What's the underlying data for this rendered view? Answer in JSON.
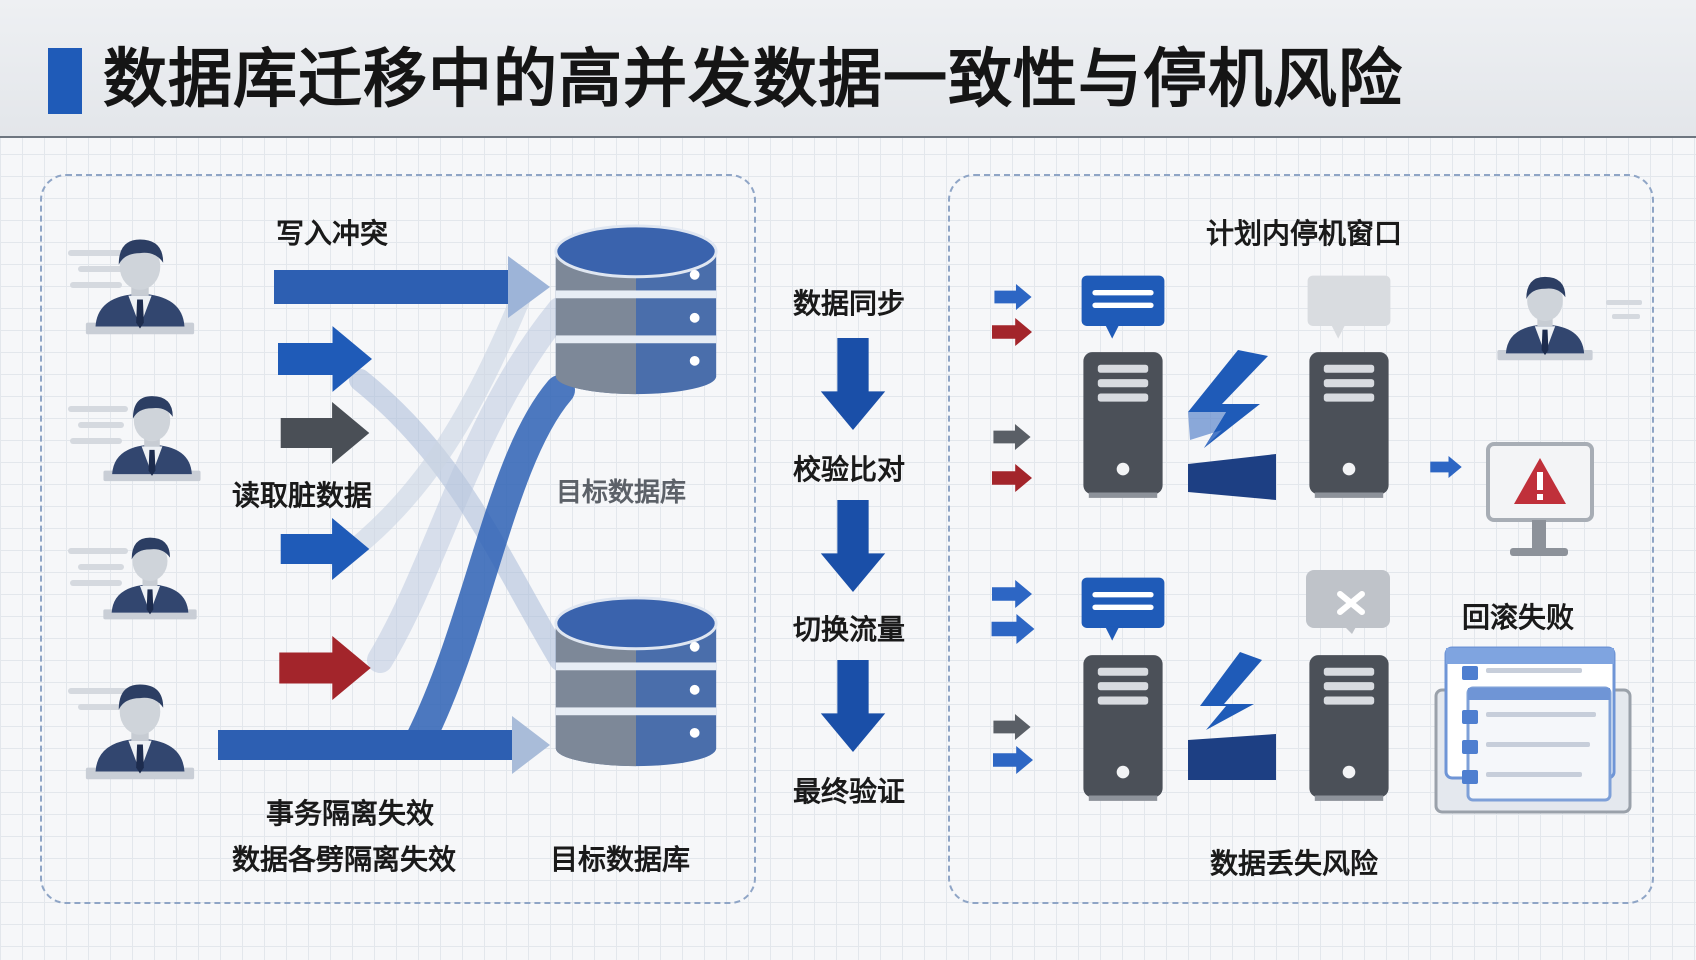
{
  "title": "数据库迁移中的高并发数据一致性与停机风险",
  "colors": {
    "accent_blue": "#1f5bb8",
    "dark_gray": "#4a4f56",
    "danger_red": "#a3252b",
    "header_bg": "#e6e9ed"
  },
  "left_panel": {
    "write_conflict": "写入冲突",
    "dirty_read": "读取脏数据",
    "target_db_faded": "目标数据库",
    "isolation_failure": "事务隔离失效",
    "isolation_failure_2": "数据各劈隔离失效",
    "target_db": "目标数据库"
  },
  "middle_steps": [
    "数据同步",
    "校验比对",
    "切换流量",
    "最终验证"
  ],
  "right_panel": {
    "downtime_window": "计划内停机窗口",
    "rollback_failure": "回滚失败",
    "data_loss_risk": "数据丢失风险"
  },
  "icons": {
    "user": "user-icon",
    "database": "database-icon",
    "server": "server-icon",
    "chat": "chat-bubble-icon",
    "warning": "warning-icon",
    "lightning": "lightning-icon",
    "window": "app-window-icon"
  }
}
